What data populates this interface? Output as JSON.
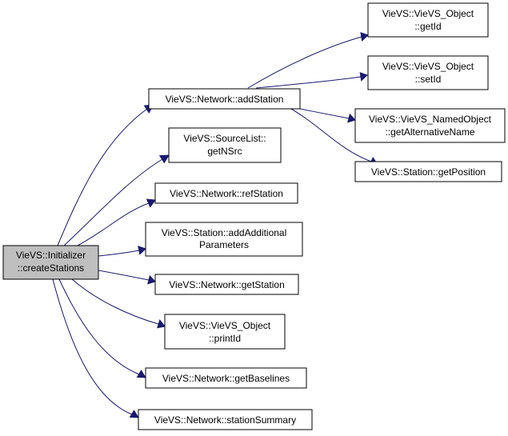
{
  "colors": {
    "node_fill": "#ffffff",
    "node_border": "#000000",
    "root_fill": "#bfbfbf",
    "edge": "#191970"
  },
  "nodes": {
    "root": [
      "VieVS::Initializer",
      "::createStations"
    ],
    "add_station": [
      "VieVS::Network::addStation"
    ],
    "get_nsrc": [
      "VieVS::SourceList::",
      "getNSrc"
    ],
    "ref_station": [
      "VieVS::Network::refStation"
    ],
    "add_additional": [
      "VieVS::Station::addAdditional",
      "Parameters"
    ],
    "get_station": [
      "VieVS::Network::getStation"
    ],
    "print_id": [
      "VieVS::VieVS_Object",
      "::printId"
    ],
    "get_baselines": [
      "VieVS::Network::getBaselines"
    ],
    "station_summary": [
      "VieVS::Network::stationSummary"
    ],
    "get_id": [
      "VieVS::VieVS_Object",
      "::getId"
    ],
    "set_id": [
      "VieVS::VieVS_Object",
      "::setId"
    ],
    "get_alt_name": [
      "VieVS::VieVS_NamedObject",
      "::getAlternativeName"
    ],
    "get_position": [
      "VieVS::Station::getPosition"
    ]
  }
}
